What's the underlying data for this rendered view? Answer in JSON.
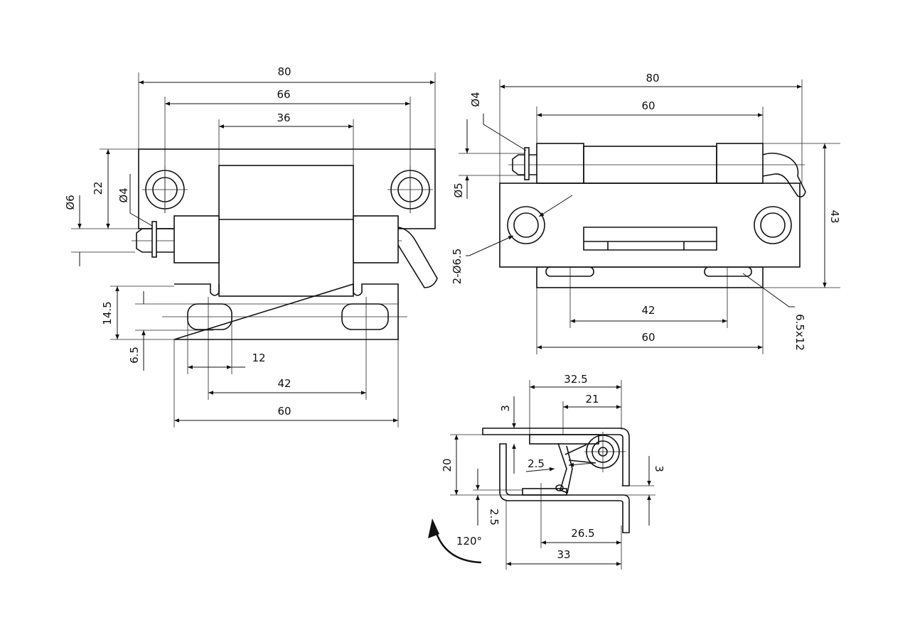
{
  "front_view": {
    "dims": {
      "overall_width": "80",
      "hole_spacing": "66",
      "barrel_width": "36",
      "hole_to_pin": "22",
      "pin_diameter": "Ø6",
      "washer_diameter": "Ø4",
      "base_height": "14.5",
      "slot_offset": "6.5",
      "slot_length": "12",
      "slot_spacing": "42",
      "base_width": "60"
    }
  },
  "top_view": {
    "dims": {
      "overall_width": "80",
      "barrel_width": "60",
      "pin_diameter": "Ø4",
      "pin_head": "Ø5",
      "holes": "2-Ø6.5",
      "height": "43",
      "slot_spacing": "42",
      "base_width": "60",
      "slot_size": "6.5x12"
    }
  },
  "side_view": {
    "dims": {
      "top_length": "32.5",
      "top_inner": "21",
      "top_thickness": "3",
      "height": "20",
      "spring": "2.5",
      "right_thickness": "3",
      "bottom_thickness": "2.5",
      "bottom_inner": "26.5",
      "bottom_length": "33",
      "rotation": "120°"
    }
  }
}
